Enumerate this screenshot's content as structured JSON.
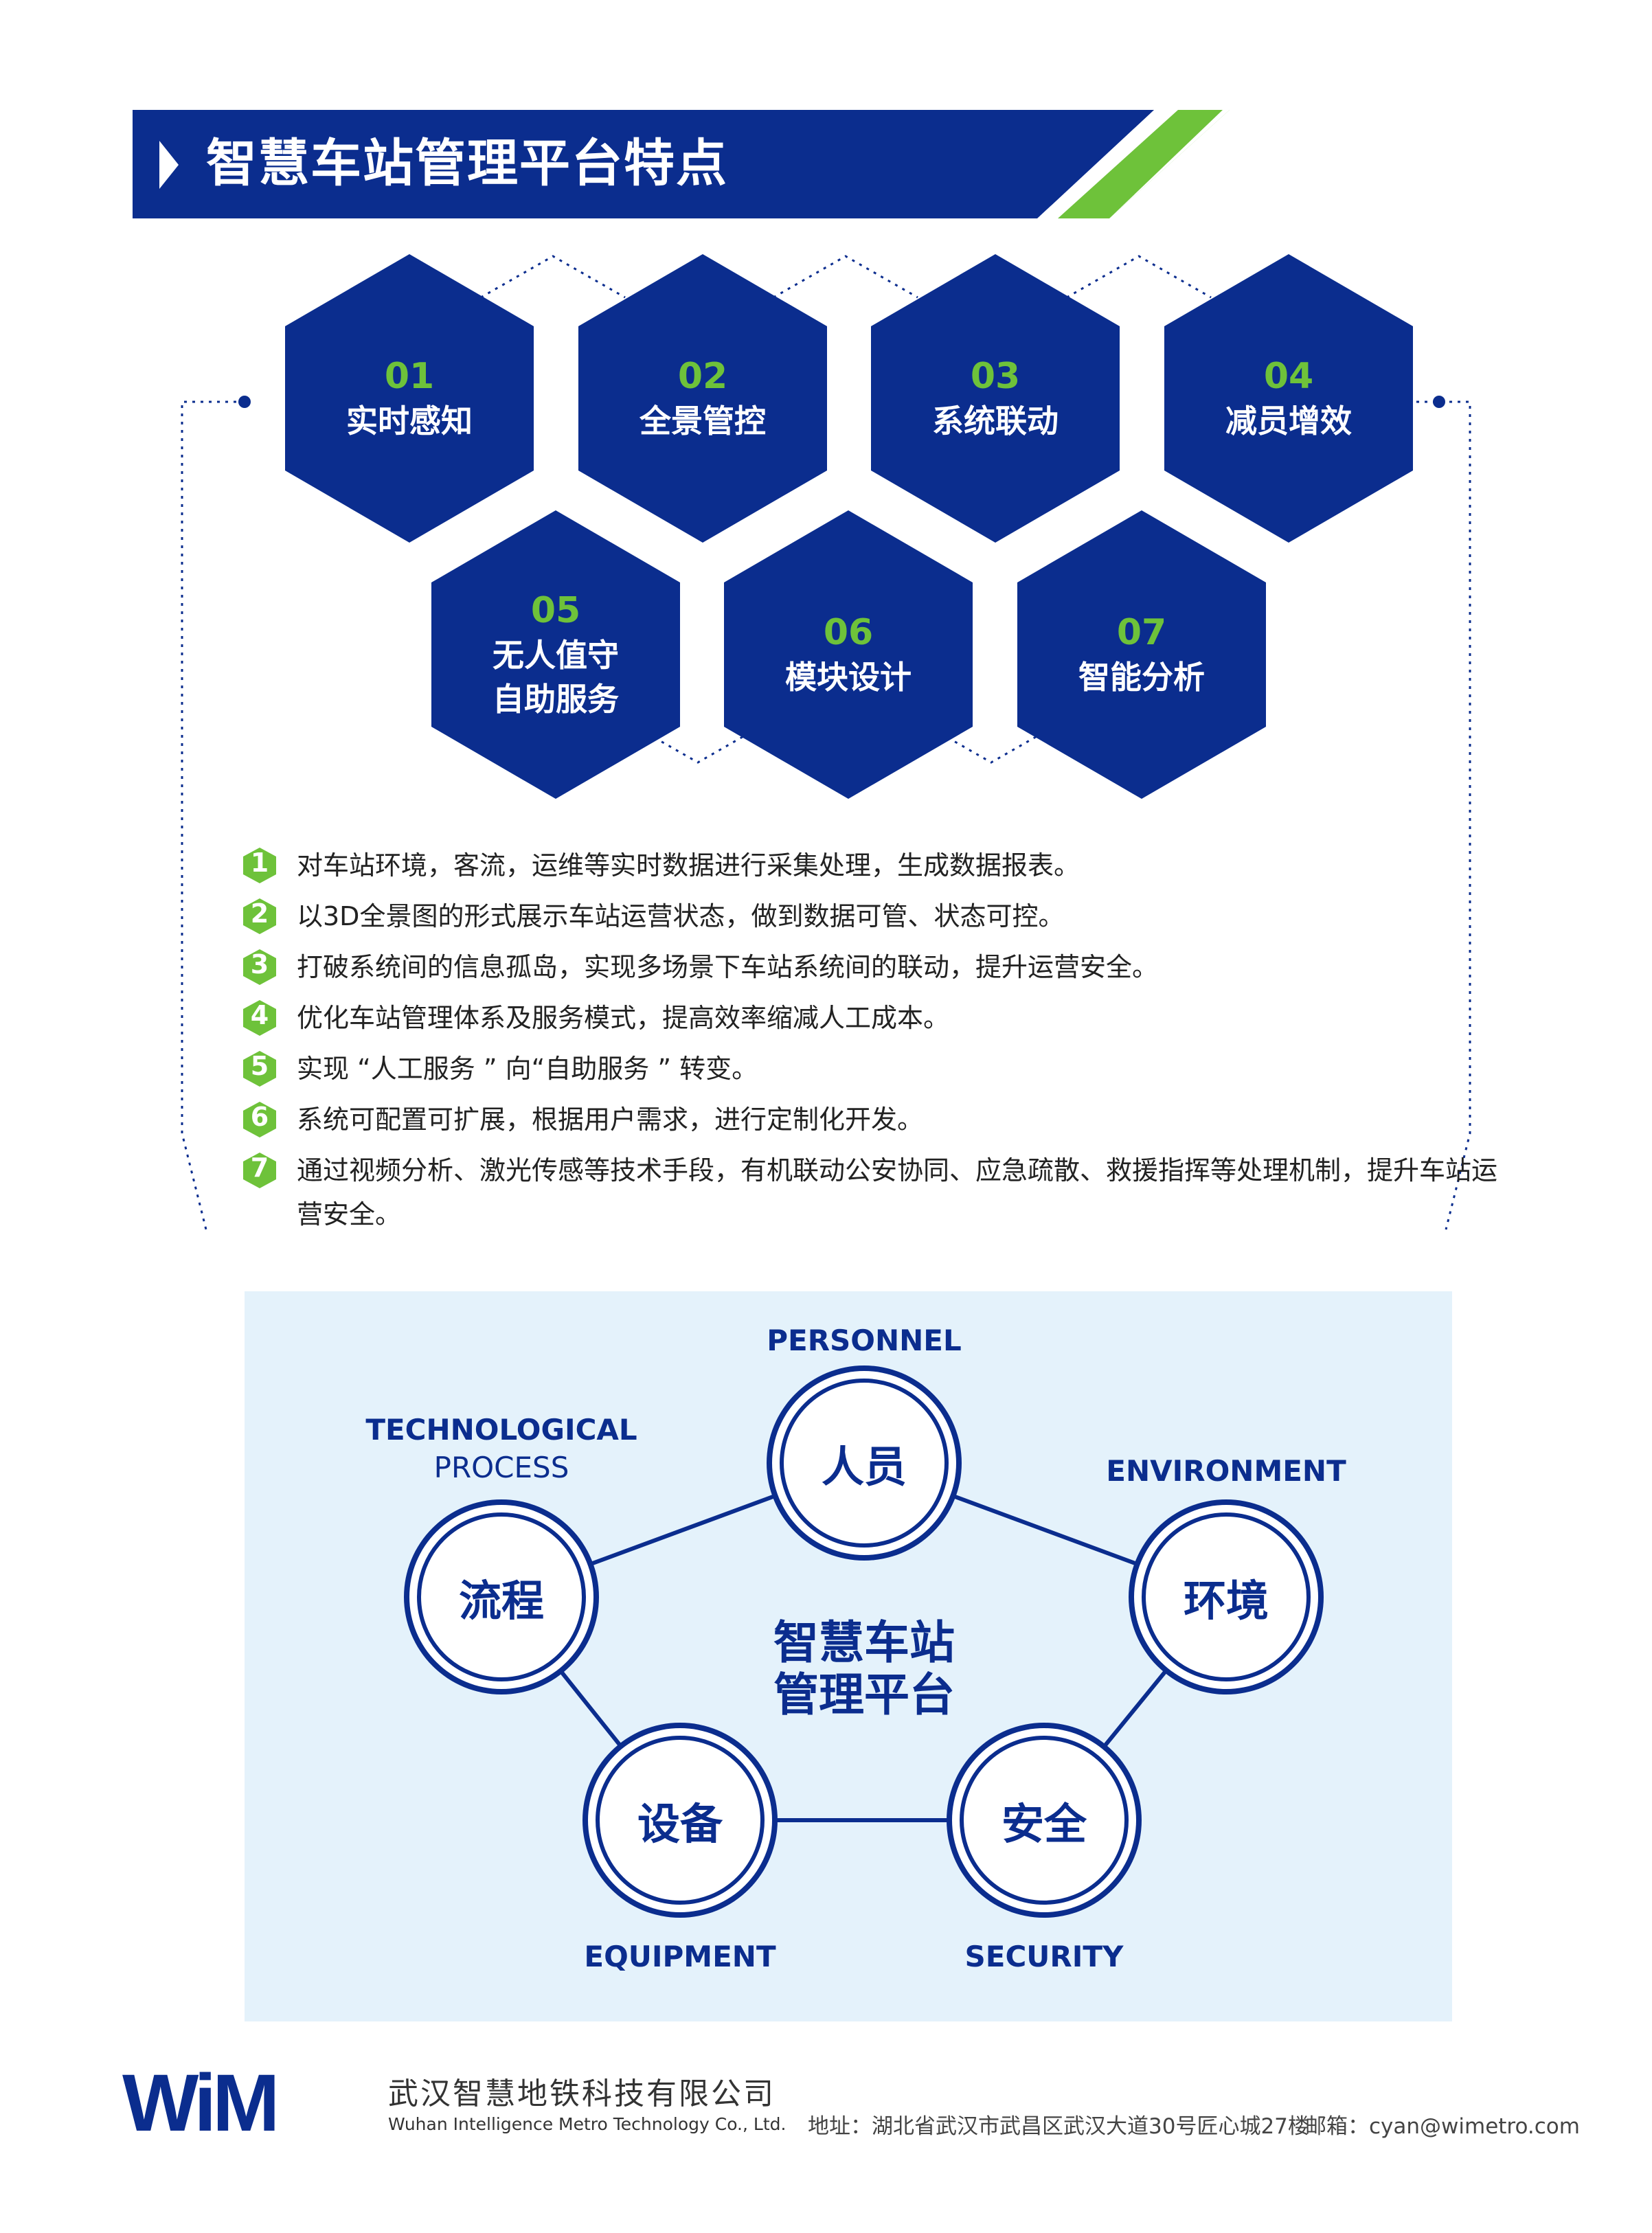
{
  "header": {
    "title": "智慧车站管理平台特点"
  },
  "colors": {
    "navy": "#0b2d8e",
    "green": "#6ec23a",
    "panel_bg": "#e4f2fb"
  },
  "hexagons": [
    {
      "num": "01",
      "lines": [
        "实时感知"
      ]
    },
    {
      "num": "02",
      "lines": [
        "全景管控"
      ]
    },
    {
      "num": "03",
      "lines": [
        "系统联动"
      ]
    },
    {
      "num": "04",
      "lines": [
        "减员增效"
      ]
    },
    {
      "num": "05",
      "lines": [
        "无人值守",
        "自助服务"
      ]
    },
    {
      "num": "06",
      "lines": [
        "模块设计"
      ]
    },
    {
      "num": "07",
      "lines": [
        "智能分析"
      ]
    }
  ],
  "features": [
    {
      "num": "1",
      "text": "对车站环境，客流，运维等实时数据进行采集处理，生成数据报表。"
    },
    {
      "num": "2",
      "text": "以3D全景图的形式展示车站运营状态，做到数据可管、状态可控。"
    },
    {
      "num": "3",
      "text": "打破系统间的信息孤岛，实现多场景下车站系统间的联动，提升运营安全。"
    },
    {
      "num": "4",
      "text": "优化车站管理体系及服务模式，提高效率缩减人工成本。"
    },
    {
      "num": "5",
      "text": "实现 “人工服务 ” 向“自助服务 ” 转变。"
    },
    {
      "num": "6",
      "text": "系统可配置可扩展，根据用户需求，进行定制化开发。"
    },
    {
      "num": "7",
      "text": "通过视频分析、激光传感等技术手段，有机联动公安协同、应急疏散、救援指挥等处理机制，提升车站运营安全。"
    }
  ],
  "diagram": {
    "center": [
      "智慧车站",
      "管理平台"
    ],
    "nodes": {
      "personnel": {
        "cn": "人员",
        "en": "PERSONNEL"
      },
      "process": {
        "cn": "流程",
        "en_line1": "TECHNOLOGICAL",
        "en_line2": "PROCESS"
      },
      "environment": {
        "cn": "环境",
        "en": "ENVIRONMENT"
      },
      "equipment": {
        "cn": "设备",
        "en": "EQUIPMENT"
      },
      "security": {
        "cn": "安全",
        "en": "SECURITY"
      }
    }
  },
  "footer": {
    "logo_text": "WiM",
    "company_cn": "武汉智慧地铁科技有限公司",
    "company_en": "Wuhan Intelligence Metro Technology Co., Ltd.",
    "address": "地址：湖北省武汉市武昌区武汉大道30号匠心城27楼",
    "email": "邮箱：cyan@wimetro.com"
  }
}
